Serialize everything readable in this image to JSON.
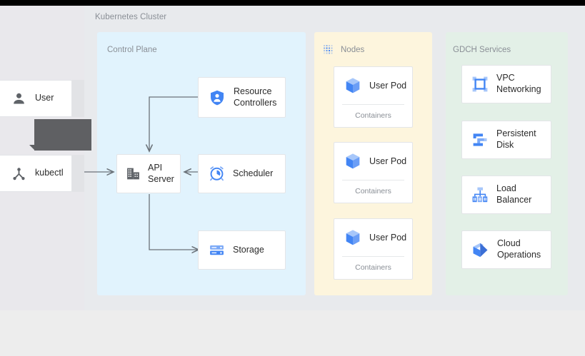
{
  "diagram": {
    "title": "Kubernetes Cluster",
    "colors": {
      "page_background": "#e8eaed",
      "control_plane": "#e1f3fd",
      "nodes": "#fdf5dd",
      "gdch": "#e3f0e7",
      "accent_blue": "#4285f4",
      "icon_gray": "#5f6368",
      "tooltip": "#5f6063",
      "arrow": "#6b7279"
    }
  },
  "actors": [
    {
      "label": "User",
      "icon": "person-icon"
    },
    {
      "label": "kubectl",
      "icon": "hierarchy-icon"
    }
  ],
  "tooltip": {
    "text": ""
  },
  "control_plane": {
    "title": "Control Plane",
    "components": [
      {
        "label": "Resource Controllers",
        "icon": "shield-person-icon"
      },
      {
        "label": "API Server",
        "icon": "building-icon"
      },
      {
        "label": "Scheduler",
        "icon": "alarm-clock-icon"
      },
      {
        "label": "Storage",
        "icon": "server-rack-icon"
      }
    ]
  },
  "nodes": {
    "title": "Nodes",
    "icon": "dotted-grid-icon",
    "pods": [
      {
        "label": "User Pod",
        "sub": "Containers",
        "icon": "cube-icon"
      },
      {
        "label": "User Pod",
        "sub": "Containers",
        "icon": "cube-icon"
      },
      {
        "label": "User Pod",
        "sub": "Containers",
        "icon": "cube-icon"
      }
    ]
  },
  "gdch": {
    "title": "GDCH Services",
    "services": [
      {
        "label": "VPC Networking",
        "icon": "vpc-network-icon"
      },
      {
        "label": "Persistent Disk",
        "icon": "persistent-disk-icon"
      },
      {
        "label": "Load Balancer",
        "icon": "load-balancer-icon"
      },
      {
        "label": "Cloud Operations",
        "icon": "cloud-operations-icon"
      }
    ]
  },
  "connections": [
    {
      "from": "kubectl",
      "to": "API Server"
    },
    {
      "from": "Resource Controllers",
      "to": "API Server"
    },
    {
      "from": "Scheduler",
      "to": "API Server"
    },
    {
      "from": "API Server",
      "to": "Storage"
    }
  ]
}
